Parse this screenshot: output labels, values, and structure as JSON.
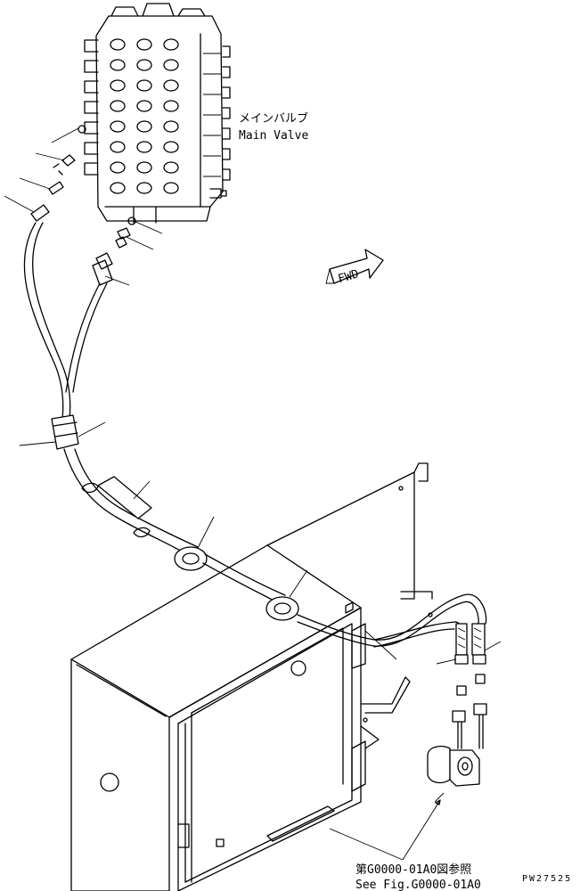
{
  "labels": {
    "main_valve_jp": "メインバルブ",
    "main_valve_en": "Main Valve",
    "fwd": "FWD",
    "ref_jp": "第G0000-01A0図参照",
    "ref_en": "See Fig.G0000-01A0",
    "drawing_code": "PW27525"
  }
}
